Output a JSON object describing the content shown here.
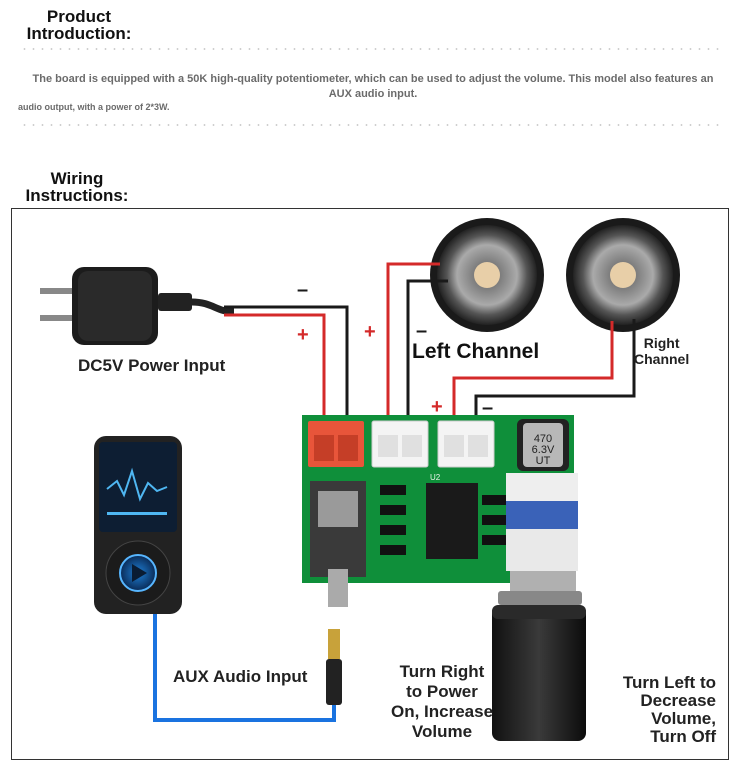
{
  "product": {
    "heading_line1": "Product",
    "heading_line2": "Introduction:",
    "description_line1": "The board is equipped with a 50K high-quality potentiometer, which can be used to adjust the volume. This model also features an AUX audio input.",
    "description_line2": "audio output, with a power of 2*3W."
  },
  "wiring": {
    "heading_line1": "Wiring",
    "heading_line2": "Instructions:"
  },
  "labels": {
    "power_input": "DC5V Power Input",
    "left_channel": "Left Channel",
    "right_line1": "Right",
    "right_line2": "Channel",
    "aux_input": "AUX Audio Input",
    "turn_right_1": "Turn Right",
    "turn_right_2": "to Power",
    "turn_right_3": "On, Increase",
    "turn_right_4": "Volume",
    "turn_left_1": "Turn Left to",
    "turn_left_2": "Decrease",
    "turn_left_3": "Volume,",
    "turn_left_4": "Turn Off"
  },
  "polarity": {
    "plus": "+",
    "minus": "–"
  },
  "capacitor": {
    "line1": "470",
    "line2": "6.3V",
    "line3": "UT"
  },
  "chip_label": "U2",
  "colors": {
    "wire_positive": "#d42a2a",
    "wire_negative": "#1a1a1a",
    "aux_cable": "#1a73e0",
    "pcb": "#0f8f3a",
    "connector_power": "#e8553a",
    "connector_speaker": "#f4f4f4"
  }
}
